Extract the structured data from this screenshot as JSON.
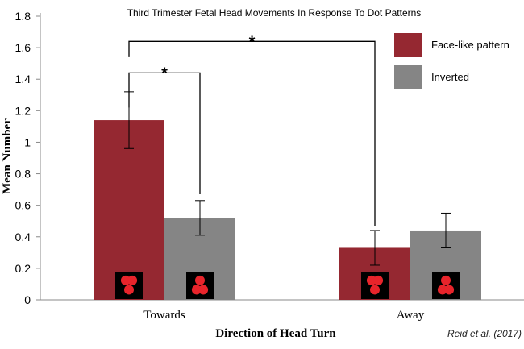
{
  "chart_data": {
    "type": "bar",
    "title": "Third Trimester Fetal Head Movements In Response To Dot Patterns",
    "xlabel": "Direction of Head Turn",
    "ylabel": "Mean Number",
    "categories": [
      "Towards",
      "Away"
    ],
    "ylim": [
      0,
      1.8
    ],
    "yticks": [
      "0",
      "0.2",
      "0.4",
      "0.6",
      "0.8",
      "1",
      "1.2",
      "1.4",
      "1.6",
      "1.8"
    ],
    "grid": false,
    "legend_position": "top-right",
    "series": [
      {
        "name": "Face-like pattern",
        "color": "#952831",
        "values": [
          1.14,
          0.33
        ],
        "error": [
          0.18,
          0.11
        ],
        "icon": "face-like-dots-icon"
      },
      {
        "name": "Inverted",
        "color": "#858585",
        "values": [
          0.52,
          0.44
        ],
        "error": [
          0.11,
          0.11
        ],
        "icon": "inverted-dots-icon"
      }
    ],
    "annotations": [
      {
        "label": "*",
        "compares": "Towards: Face-like pattern vs Inverted"
      },
      {
        "label": "*",
        "compares": "Face-like pattern: Towards vs Away"
      }
    ],
    "citation": "Reid et al. (2017)"
  }
}
